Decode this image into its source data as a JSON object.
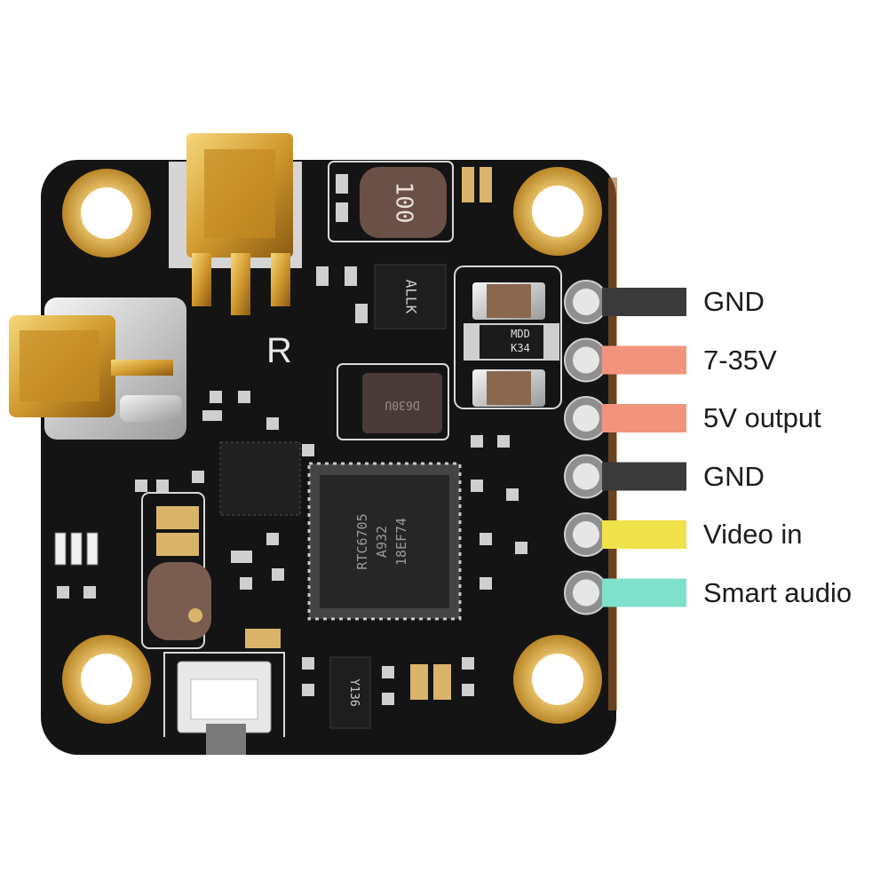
{
  "board": {
    "side_marking": "R",
    "inductor_large_marking": "100",
    "inductor_small_marking": "D630U",
    "diode_marking_line1": "MDD",
    "diode_marking_line2": "K34",
    "regulator_marking": "ALLK",
    "main_chip_marking_line1": "RTC6705",
    "main_chip_marking_line2": "A932",
    "main_chip_marking_line3": "18EF74",
    "bottom_chip_marking": "Y136"
  },
  "pins": [
    {
      "label": "GND",
      "wire_color": "#3a3a3a"
    },
    {
      "label": "7-35V",
      "wire_color": "#f2947c"
    },
    {
      "label": "5V output",
      "wire_color": "#f2947c"
    },
    {
      "label": "GND",
      "wire_color": "#3a3a3a"
    },
    {
      "label": "Video in",
      "wire_color": "#f0e24a"
    },
    {
      "label": "Smart audio",
      "wire_color": "#7fe0cc"
    }
  ]
}
